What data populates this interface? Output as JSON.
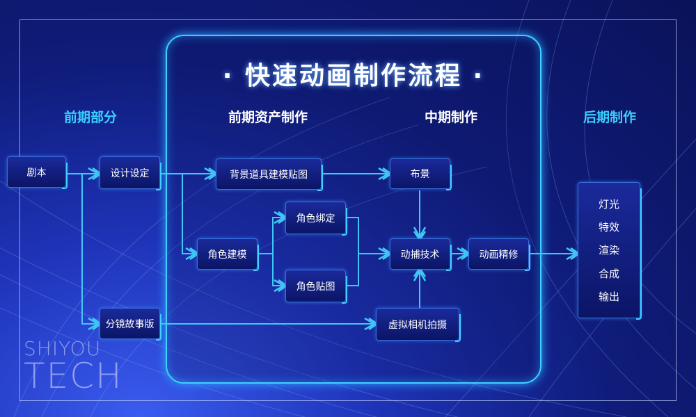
{
  "title": "· 快速动画制作流程 ·",
  "sections": {
    "pre": "前期部分",
    "assets": "前期资产制作",
    "mid": "中期制作",
    "post": "后期制作"
  },
  "nodes": {
    "script": "剧本",
    "design": "设计设定",
    "bg_props": "背景道具建模贴图",
    "layout": "布景",
    "char_model": "角色建模",
    "rigging": "角色绑定",
    "texturing": "角色贴图",
    "mocap": "动捕技术",
    "refine": "动画精修",
    "storyboard": "分镜故事版",
    "virtual_cam": "虚拟相机拍摄"
  },
  "post_items": [
    "灯光",
    "特效",
    "渲染",
    "合成",
    "输出"
  ],
  "logo": {
    "line1": "SHIYOU",
    "line2": "TECH"
  },
  "colors": {
    "accent": "#39d0ff",
    "line": "#3fc8f5"
  }
}
